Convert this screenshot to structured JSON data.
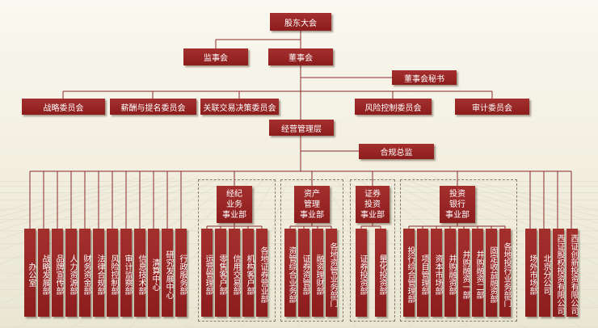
{
  "org": {
    "shareholders": "股东大会",
    "supervisors": "监事会",
    "board": "董事会",
    "board_secretary": "董事会秘书",
    "committees": [
      "战略委员会",
      "薪酬与提名委员会",
      "关联交易决策委员会",
      "风险控制委员会",
      "审计委员会"
    ],
    "management": "经营管理层",
    "compliance": "合规总监",
    "departments": [
      "办公室",
      "战略发展部",
      "品牌宣传部",
      "人力资源部",
      "财务资金部",
      "法律合规部",
      "风险控制部",
      "审计监察部",
      "信息技术部",
      "清算中心",
      "研究发展中心",
      "行政服务部"
    ],
    "divisions": [
      {
        "title": "经纪\n业务\n事业部",
        "units": [
          "运营管理部",
          "零售客户部",
          "信用交易部",
          "机构客户部",
          "各地证券营业部"
        ]
      },
      {
        "title": "资产\n管理\n事业部",
        "units": [
          "资管综合业务部",
          "证券资管部",
          "融资理财部",
          "各地资管业务部门"
        ]
      },
      {
        "title": "证券\n投资\n事业部",
        "units": [
          "证券投资部",
          "量化投资部"
        ]
      },
      {
        "title": "投资\n银行\n事业部",
        "units": [
          "投行综合管理部",
          "项目管理部",
          "资本市场部",
          "并购融资部",
          "并购融资一部",
          "并购融资二部",
          "固定收益融资部",
          "各地投行业务部门"
        ]
      }
    ],
    "others": [
      "场外市场部",
      "北京分公司",
      "西证股权投资有限公司",
      "西证创新投资有限公司"
    ]
  },
  "colors": {
    "box": "#9a2626",
    "line": "#8a2a2a",
    "background": "#f3f1e4",
    "grid": "#dedbc8"
  }
}
